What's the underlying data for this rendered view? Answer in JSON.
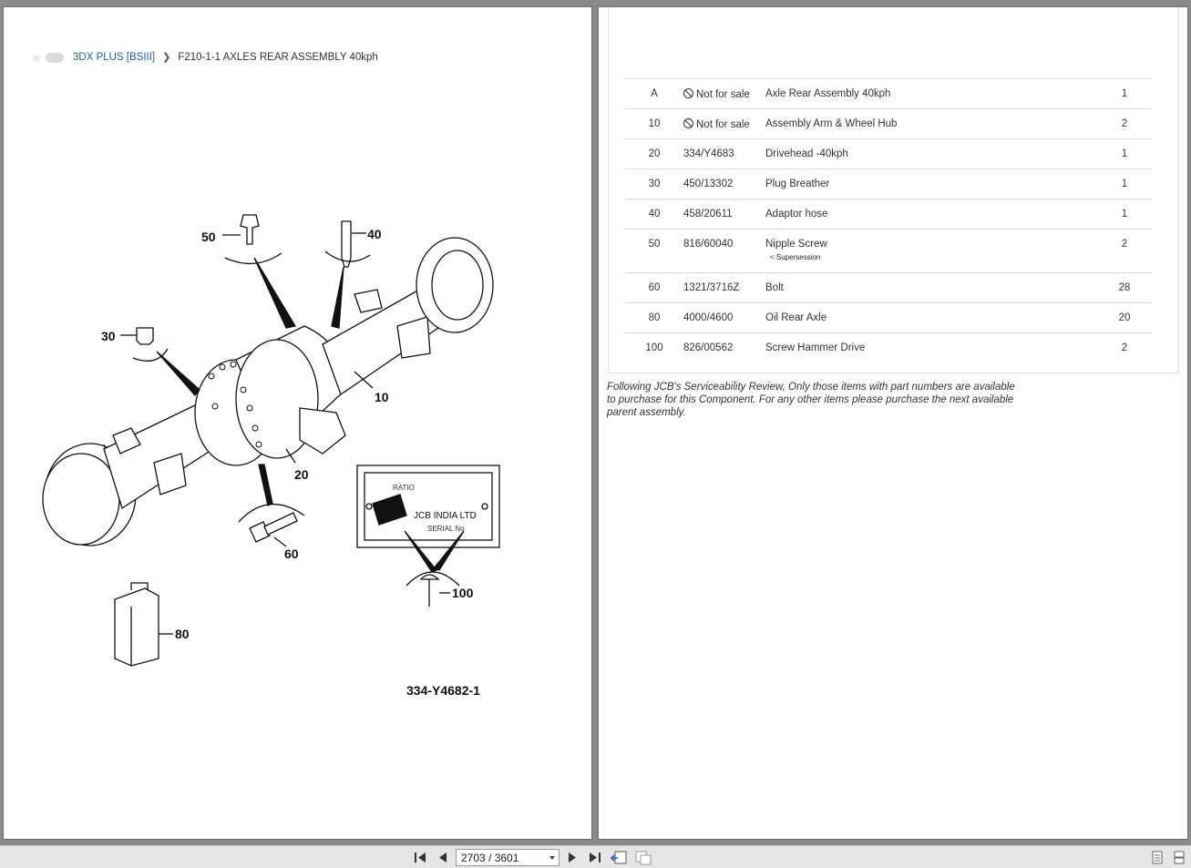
{
  "breadcrumb": {
    "parent": "3DX PLUS [BSIII]",
    "current": "F210-1-1 AXLES REAR ASSEMBLY 40kph"
  },
  "diagram": {
    "drawing_number": "334-Y4682-1",
    "callouts": [
      "50",
      "40",
      "30",
      "10",
      "20",
      "60",
      "80",
      "100"
    ],
    "plate_text": {
      "top": "RATIO",
      "brand": "JCB INDIA LTD",
      "bottom": "SERIAL No"
    }
  },
  "parts": [
    {
      "item": "A",
      "part": "Not for sale",
      "not_for_sale": true,
      "desc": "Axle Rear Assembly 40kph",
      "qty": "1"
    },
    {
      "item": "10",
      "part": "Not for sale",
      "not_for_sale": true,
      "desc": "Assembly Arm & Wheel Hub",
      "qty": "2"
    },
    {
      "item": "20",
      "part": "334/Y4683",
      "desc": "Drivehead -40kph",
      "qty": "1"
    },
    {
      "item": "30",
      "part": "450/13302",
      "desc": "Plug Breather",
      "qty": "1"
    },
    {
      "item": "40",
      "part": "458/20611",
      "desc": "Adaptor hose",
      "qty": "1"
    },
    {
      "item": "50",
      "part": "816/60040",
      "desc": "Nipple Screw",
      "qty": "2",
      "sub": "< Supersession"
    },
    {
      "item": "60",
      "part": "1321/3716Z",
      "desc": "Bolt",
      "qty": "28"
    },
    {
      "item": "80",
      "part": "4000/4600",
      "desc": "Oil Rear Axle",
      "qty": "20"
    },
    {
      "item": "100",
      "part": "826/00562",
      "desc": "Screw Hammer Drive",
      "qty": "2"
    }
  ],
  "note": "Following JCB's Serviceability Review, Only those items with part numbers are available to purchase for this Component. For any other items please purchase the next available parent assembly.",
  "toolbar": {
    "page_indicator": "2703 / 3601"
  }
}
